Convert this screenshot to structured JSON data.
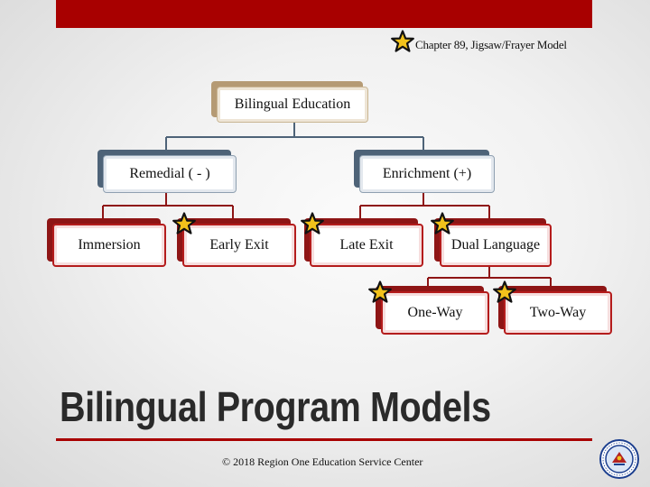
{
  "header": {
    "subtitle": "Chapter 89, Jigsaw/Frayer Model"
  },
  "diagram": {
    "root": "Bilingual Education",
    "branches": {
      "remedial": "Remedial ( - )",
      "enrichment": "Enrichment (+)"
    },
    "leaves": {
      "immersion": "Immersion",
      "early_exit": "Early Exit",
      "late_exit": "Late Exit",
      "dual_language": "Dual Language",
      "one_way": "One-Way",
      "two_way": "Two-Way"
    }
  },
  "footer": {
    "title": "Bilingual Program Models",
    "copyright": "© 2018 Region One Education Service Center"
  },
  "colors": {
    "accent": "#a80000",
    "root_frame": "#b59a74",
    "branch_frame": "#4e6378",
    "leaf_frame": "#8e1515",
    "star_fill": "#f2c21b"
  }
}
